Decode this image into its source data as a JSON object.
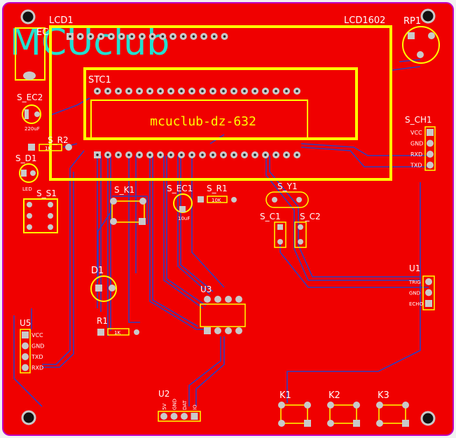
{
  "colors": {
    "board": "#f00000",
    "outline": "#c000c0",
    "silk": "#ffff00",
    "trace": "#2f3fc0",
    "pad": "#c9c9c9",
    "hole": "#222222",
    "logo": "#22e0d0",
    "white": "#ffffff"
  },
  "logo_text": "MCUclub",
  "lcd": {
    "ref": "LCD1",
    "part": "LCD1602"
  },
  "mcu": {
    "ref": "STC1",
    "label": "mcuclub-dz-632"
  },
  "labels": {
    "rp1": "RP1",
    "s_ec2": "S_EC2",
    "s_ec2_val": "220uF",
    "s_r2": "S_R2",
    "s_r2_val": "1K",
    "s_d1": "S_D1",
    "s_d1_val": "LED",
    "s_s1": "S_S1",
    "s_k1": "S_K1",
    "s_ec1": "S_EC1",
    "s_ec1_val": "10uF",
    "s_r1": "S_R1",
    "s_r1_val": "10K",
    "s_y1": "S_Y1",
    "s_c1": "S_C1",
    "s_c2": "S_C2",
    "s_ch1": "S_CH1",
    "d1": "D1",
    "r1": "R1",
    "r1_val": "1K",
    "u3": "U3",
    "u1": "U1",
    "u5": "U5",
    "u2": "U2",
    "k1": "K1",
    "k2": "K2",
    "k3": "K3",
    "ec_partial": "EC"
  },
  "s_ch1_pins": [
    "VCC",
    "GND",
    "RXD",
    "TXD"
  ],
  "u5_pins": [
    "VCC",
    "GND",
    "TXD",
    "RXD"
  ],
  "u1_pins": [
    "TRIG",
    "GND",
    "ECHO"
  ],
  "u2_pins": [
    "5V",
    "GND",
    "DAT",
    "IO"
  ]
}
